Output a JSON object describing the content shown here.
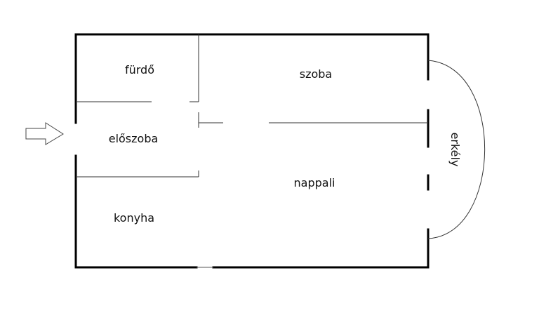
{
  "rooms": {
    "bathroom": "fürdő",
    "room": "szoba",
    "hall": "előszoba",
    "living": "nappali",
    "kitchen": "konyha",
    "balcony": "erkély"
  },
  "colors": {
    "wall": "#000000",
    "thin_line": "#333333",
    "arrow": "#444444",
    "text": "#111111"
  },
  "icons": {
    "entrance": "arrow-right-outline-icon"
  }
}
